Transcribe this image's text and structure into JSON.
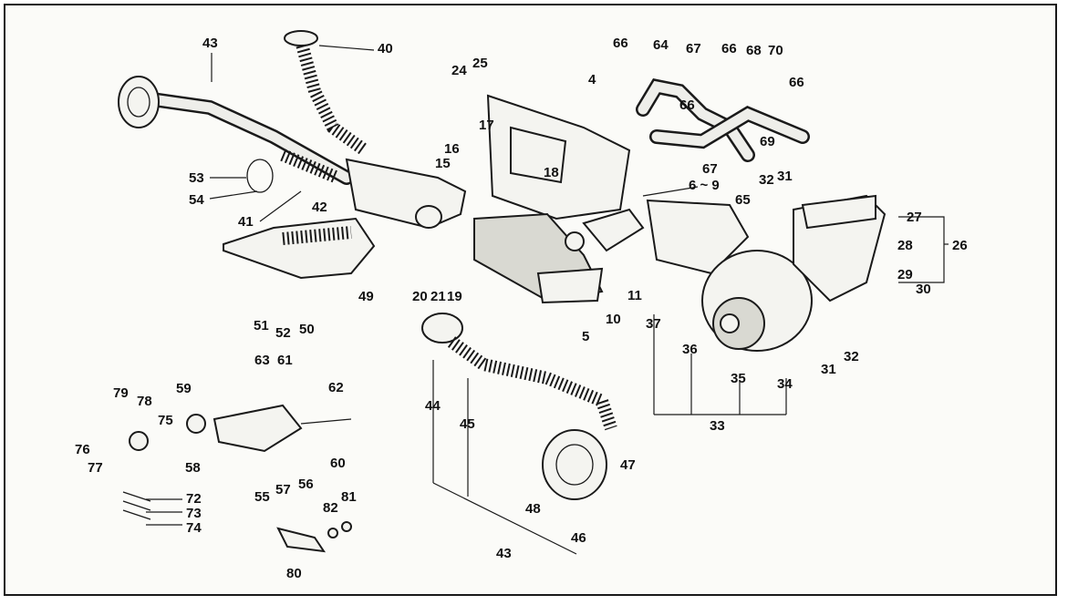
{
  "diagram": {
    "labels": {
      "l40": "40",
      "l43a": "43",
      "l53": "53",
      "l54": "54",
      "l41": "41",
      "l42": "42",
      "l49": "49",
      "l50": "50",
      "l51": "51",
      "l52": "52",
      "l24": "24",
      "l25": "25",
      "l17": "17",
      "l16": "16",
      "l15": "15",
      "l18": "18",
      "l4": "4",
      "l5": "5",
      "l20": "20",
      "l21": "21",
      "l19": "19",
      "l10": "10",
      "l11": "11",
      "l6_9": "6 ~ 9",
      "l66a": "66",
      "l64": "64",
      "l67a": "67",
      "l66b": "66",
      "l68": "68",
      "l70": "70",
      "l66c": "66",
      "l66d": "66",
      "l69": "69",
      "l67b": "67",
      "l65": "65",
      "l32a": "32",
      "l31a": "31",
      "l27": "27",
      "l28": "28",
      "l26": "26",
      "l29": "29",
      "l30": "30",
      "l31b": "31",
      "l32b": "32",
      "l34": "34",
      "l35": "35",
      "l36": "36",
      "l37": "37",
      "l33": "33",
      "l44": "44",
      "l45": "45",
      "l47": "47",
      "l48": "48",
      "l46": "46",
      "l43b": "43",
      "l79": "79",
      "l78": "78",
      "l75": "75",
      "l76": "76",
      "l77": "77",
      "l58": "58",
      "l59": "59",
      "l63": "63",
      "l61": "61",
      "l62": "62",
      "l60": "60",
      "l55": "55",
      "l57": "57",
      "l56": "56",
      "l72": "72",
      "l73": "73",
      "l74": "74",
      "l82": "82",
      "l81": "81",
      "l80": "80"
    }
  }
}
